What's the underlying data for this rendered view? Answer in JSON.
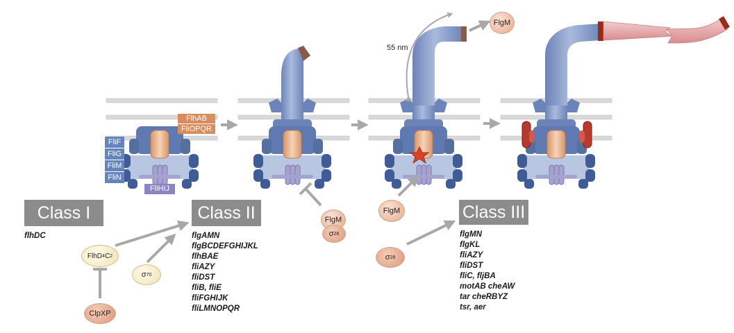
{
  "stages": {
    "stage1": {
      "fli_stack": [
        "FliF",
        "FliG",
        "FliM",
        "FliN"
      ],
      "flhab": [
        "FlhAB",
        "FliOPQR"
      ],
      "flihij": "FliHIJ"
    },
    "stage4": {
      "distance_label": "55 nm",
      "flgm_label": "FlgM"
    }
  },
  "classes": {
    "class1": {
      "label": "Class I",
      "genes": [
        "flhDC"
      ]
    },
    "class2": {
      "label": "Class II",
      "genes": [
        "flgAMN",
        "flgBCDEFGHIJKL",
        "flhBAE",
        "fliAZY",
        "fliDST",
        "fliB, fliE",
        "fliFGHIJK",
        "fliLMNOPQR"
      ]
    },
    "class3": {
      "label": "Class III",
      "genes": [
        "flgMN",
        "flgKL",
        "fliAZY",
        "fliDST",
        "fliC, fljBA",
        "motAB cheAW",
        "tar cheRBYZ",
        "tsr, aer"
      ]
    }
  },
  "regulators": {
    "flhd_complex": {
      "main": "FlhD",
      "sub1": "4",
      "mid": "C",
      "sub2": "2"
    },
    "sigma70": {
      "sym": "σ",
      "sup": "70"
    },
    "clpxp": "ClpXP",
    "flgm_stage3": "FlgM",
    "flgm_stage3b": "FlgM",
    "sigma28_bound": {
      "sym": "σ",
      "sup": "28"
    },
    "sigma28_free": {
      "sym": "σ",
      "sup": "28"
    }
  },
  "colors": {
    "membrane": "#cfcfcf",
    "basal_body": "#5f7ab0",
    "rod": "#8ea3cc",
    "export_gate": "#e9b58f",
    "filament": "#e7a8a8",
    "filament_band": "#9a2a1a",
    "arrow": "#a8a8a8",
    "class_box": "#8c8c8c",
    "fli_label": "#6385bb",
    "flhab_label": "#d98d5f",
    "flihij_label": "#8b84c0"
  }
}
